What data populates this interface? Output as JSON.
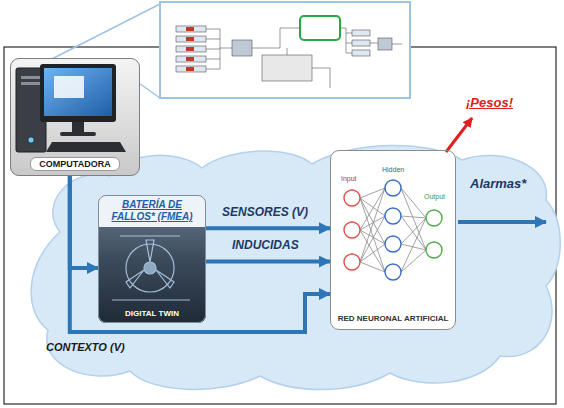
{
  "diagram": {
    "nodes": [
      {
        "text": [
          "COMPUTADORA"
        ]
      },
      {
        "text": [
          "BATERÍA DE FALLOS* (FMEA)",
          "DIGITAL TWIN"
        ]
      },
      {
        "text": [
          "RED NEURONAL ARTIFICIAL"
        ]
      }
    ],
    "edges": [
      {
        "from": 0,
        "to": 1,
        "arrow": "to"
      },
      {
        "from": 1,
        "to": 2,
        "label": "SENSORES (V)",
        "arrow": "to"
      },
      {
        "from": 1,
        "to": 2,
        "label": "INDUCIDAS",
        "arrow": "to"
      },
      {
        "from": 0,
        "to": 2,
        "label": "CONTEXTO (V)",
        "arrow": "to"
      }
    ],
    "labels": [
      "Input",
      "Hidden",
      "Output",
      "¡Pesos!",
      "Alarmas*"
    ]
  }
}
